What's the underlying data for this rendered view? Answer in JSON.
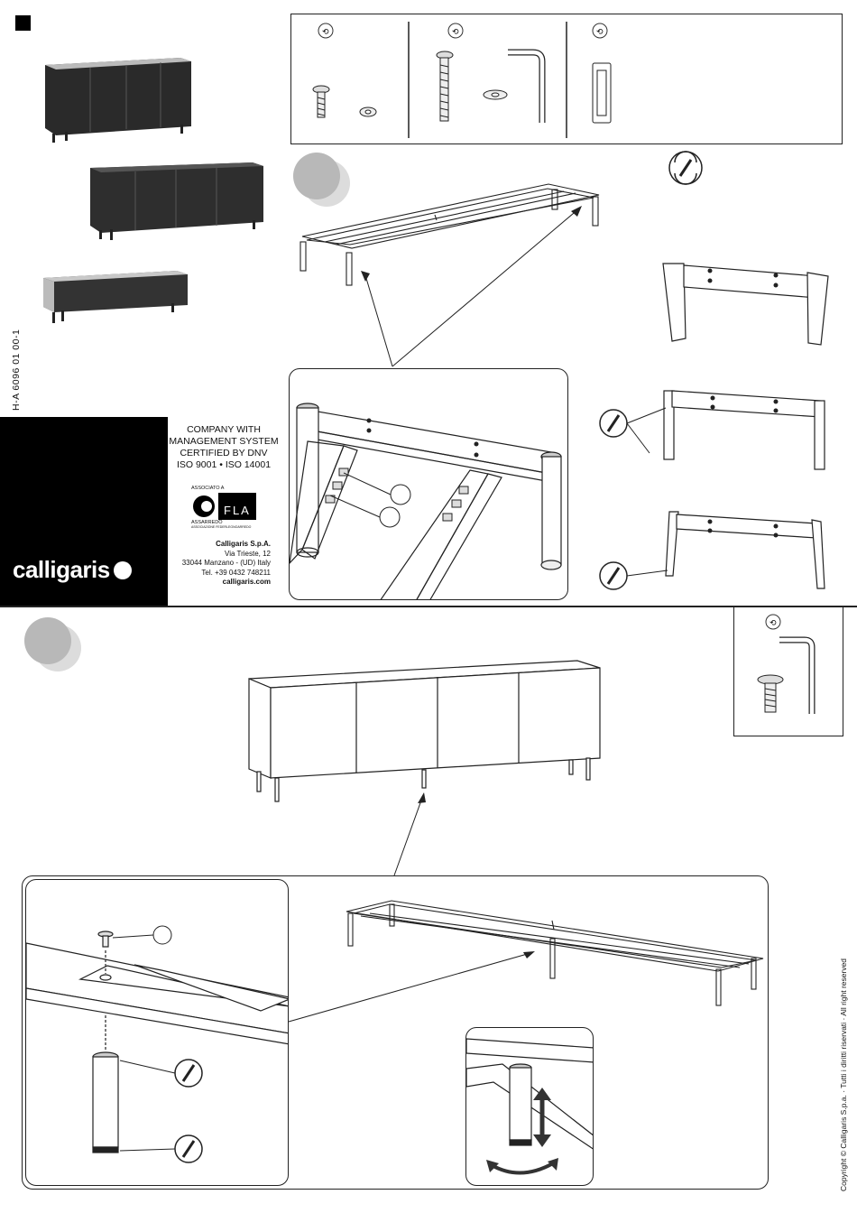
{
  "document": {
    "code": "H-A 6096 01 00-1",
    "copyright": "Copyright © Calligaris S.p.a. · Tutti i diritti riservati · All right reserved"
  },
  "certification": {
    "line1": "COMPANY WITH",
    "line2": "MANAGEMENT SYSTEM",
    "line3": "CERTIFIED BY DNV",
    "line4": "ISO 9001 • ISO 14001"
  },
  "fla_badge": {
    "top": "ASSOCIATO A",
    "name": "FLA",
    "bottom": "ASSARREDO",
    "sub": "ASSOCIAZIONE FEDERLEGNOARREDO"
  },
  "company": {
    "name": "Calligaris S.p.A.",
    "street": "Via Trieste, 12",
    "city": "33044 Manzano - (UD) Italy",
    "phone": "Tel. +39 0432 748211",
    "web": "calligaris.com"
  },
  "brand": {
    "logo": "calligaris"
  },
  "icons": {
    "hardware_counts": [
      "wrench-icon",
      "wrench-icon",
      "wrench-icon"
    ],
    "rotate": "rotate-icon",
    "arrow": "double-arrow-icon"
  },
  "colors": {
    "step_circle": "#b8b8b8",
    "step_circle_shadow": "#dcdcdc",
    "panel": "#000000",
    "line": "#222222"
  }
}
